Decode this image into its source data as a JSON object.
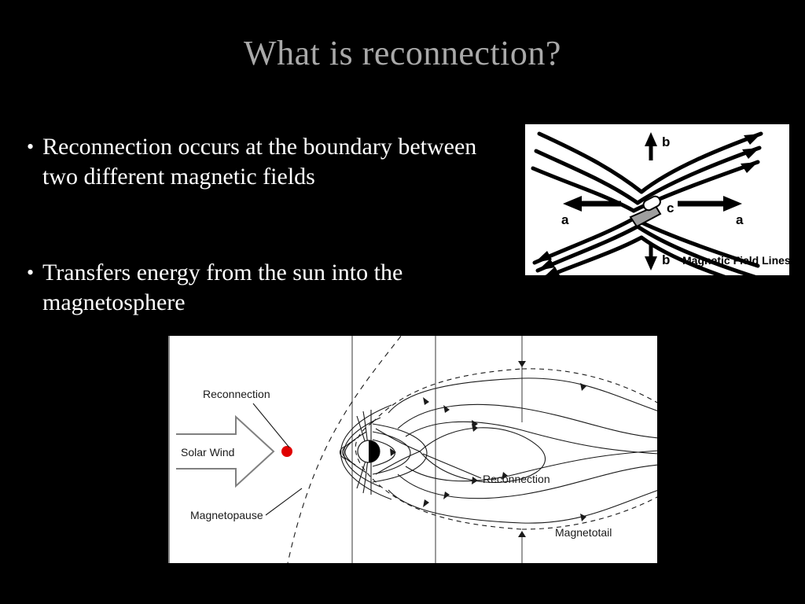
{
  "slide": {
    "title": "What is reconnection?",
    "background_color": "#000000",
    "title_color": "#a9a9a9",
    "body_text_color": "#ffffff",
    "bullet_marker": "•"
  },
  "bullets": [
    {
      "text": "Reconnection occurs at the boundary between two different magnetic fields"
    },
    {
      "text": "Transfers energy from the sun into the magnetosphere"
    }
  ],
  "figures": {
    "xline": {
      "caption": "Magnetic Field Lines",
      "labels": {
        "inflow_top": "b",
        "inflow_bottom": "b",
        "outflow_left": "a",
        "outflow_right": "a",
        "spacecraft": "c"
      },
      "background_color": "#ffffff",
      "line_color": "#000000",
      "spacecraft_color": "#9e9e9e"
    },
    "magnetosphere": {
      "labels": {
        "solar_wind": "Solar Wind",
        "reconnection_dayside": "Reconnection",
        "magnetopause": "Magnetopause",
        "reconnection_tail": "Reconnection",
        "magnetotail": "Magnetotail"
      },
      "background_color": "#ffffff",
      "line_color": "#1a1a1a",
      "reconnection_point_color": "#e00000",
      "solar_wind_arrow_color": "#808080",
      "earth_dark_color": "#000000"
    }
  }
}
